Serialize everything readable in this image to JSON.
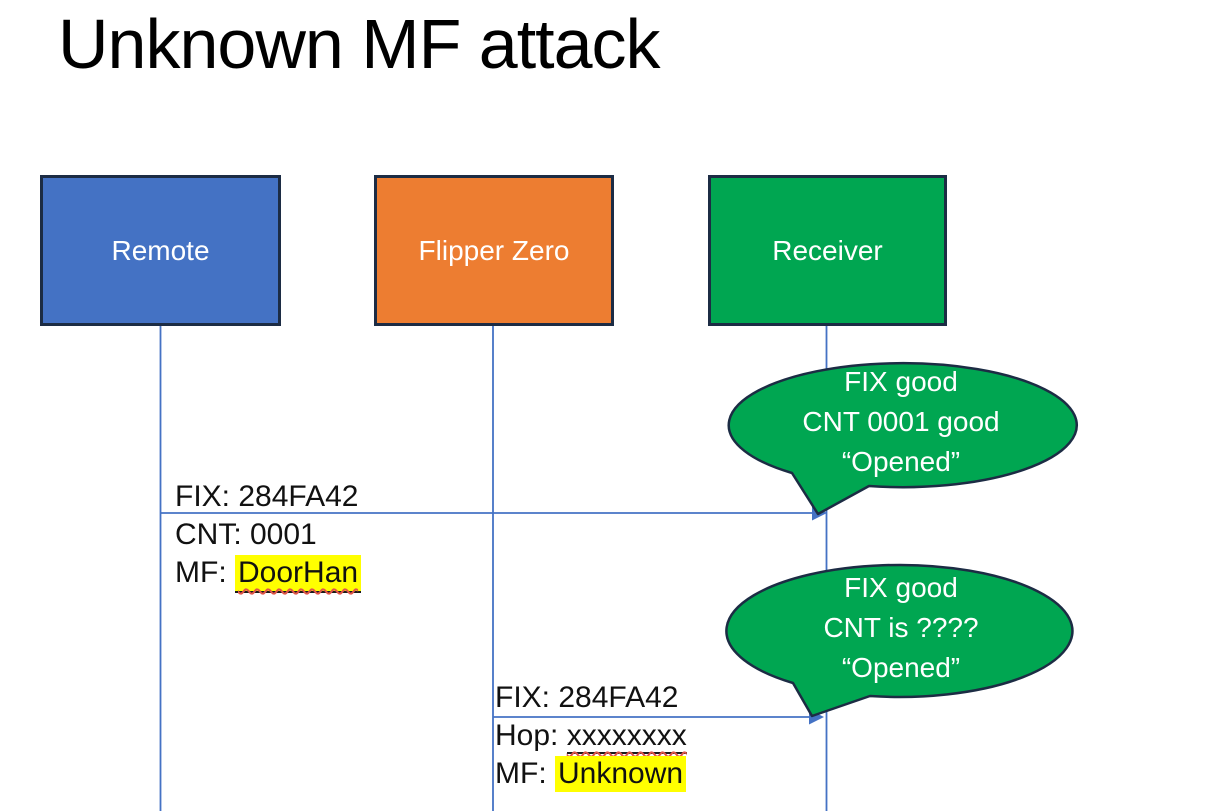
{
  "title": "Unknown MF attack",
  "actors": [
    {
      "id": "remote",
      "label": "Remote"
    },
    {
      "id": "flipper",
      "label": "Flipper Zero"
    },
    {
      "id": "receiver",
      "label": "Receiver"
    }
  ],
  "messages": [
    {
      "from": "Remote",
      "to": "Receiver",
      "rows": [
        {
          "text": "FIX: 284FA42"
        },
        {
          "text": "CNT: 0001"
        },
        {
          "prefix": "MF: ",
          "value": "DoorHan"
        }
      ]
    },
    {
      "from": "Flipper Zero",
      "to": "Receiver",
      "rows": [
        {
          "text": "FIX: 284FA42"
        },
        {
          "prefix": "Hop: ",
          "value": "xxxxxxxx"
        },
        {
          "prefix": "MF: ",
          "value": "Unknown"
        }
      ]
    }
  ],
  "callouts": [
    {
      "rows": [
        "FIX good",
        "CNT 0001 good",
        "“Opened”"
      ]
    },
    {
      "rows": [
        "FIX good",
        "CNT is ????",
        "“Opened”"
      ]
    }
  ],
  "colors": {
    "remote_fill": "#4472c4",
    "flipper_fill": "#ed7d31",
    "receiver_fill": "#00a651",
    "callout_fill": "#00a651",
    "shape_outline": "#1c2c44",
    "connector": "#4472c4",
    "highlight": "#ffff00",
    "spellcheck_wavy": "#e0564a"
  }
}
